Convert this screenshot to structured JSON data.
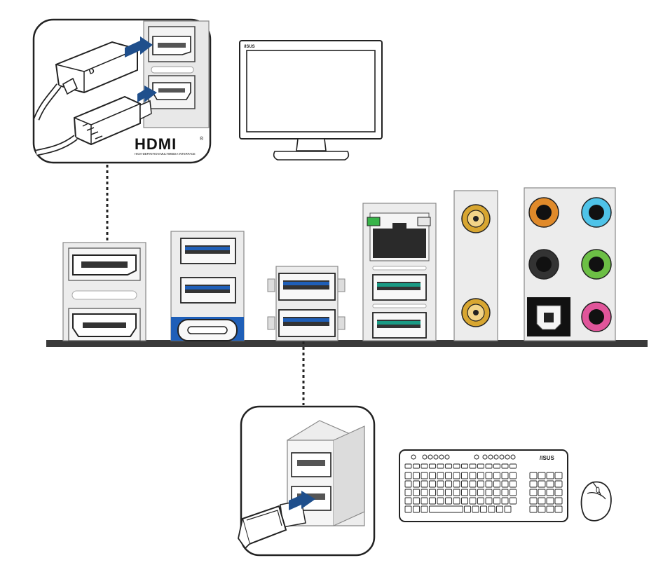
{
  "diagram": {
    "hdmi_logo": {
      "word": "HDMI",
      "mark": "®",
      "tagline": "HIGH-DEFINITION MULTIMEDIA INTERFACE"
    },
    "monitor_brand": "/ISUS",
    "keyboard_brand": "/ISUS",
    "colors": {
      "usb_blue": "#1f5fb8",
      "usb_teal": "#1a9a84",
      "arrow_blue": "#1f4f8c",
      "audio_orange": "#e08a2a",
      "audio_cyan": "#4fc3e8",
      "audio_green": "#6cbf45",
      "audio_pink": "#e0559a",
      "antenna_gold": "#d8a631",
      "led_green": "#38b449"
    }
  }
}
